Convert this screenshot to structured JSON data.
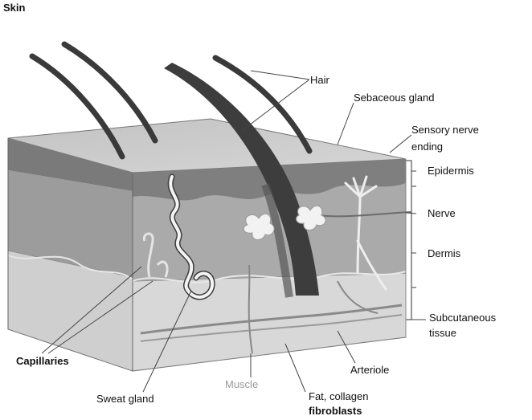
{
  "title": "Skin",
  "labels": {
    "hair": "Hair",
    "sebaceous_gland": "Sebaceous gland",
    "sensory_nerve_ending_line1": "Sensory nerve",
    "sensory_nerve_ending_line2": "ending",
    "epidermis": "Epidermis",
    "nerve": "Nerve",
    "dermis": "Dermis",
    "subcutaneous_line1": "Subcutaneous",
    "subcutaneous_line2": "tissue",
    "capillaries": "Capillaries",
    "sweat_gland": "Sweat gland",
    "muscle": "Muscle",
    "arteriole": "Arteriole",
    "fat_line1": "Fat, collagen",
    "fat_line2": "fibroblasts"
  },
  "colors": {
    "surface": "#c8c8c8",
    "epidermis": "#8e8e8e",
    "dermis": "#a9a9a9",
    "subcutaneous": "#d2d2d2",
    "hair": "#3a3a3a",
    "gland": "#f4f4f4"
  }
}
